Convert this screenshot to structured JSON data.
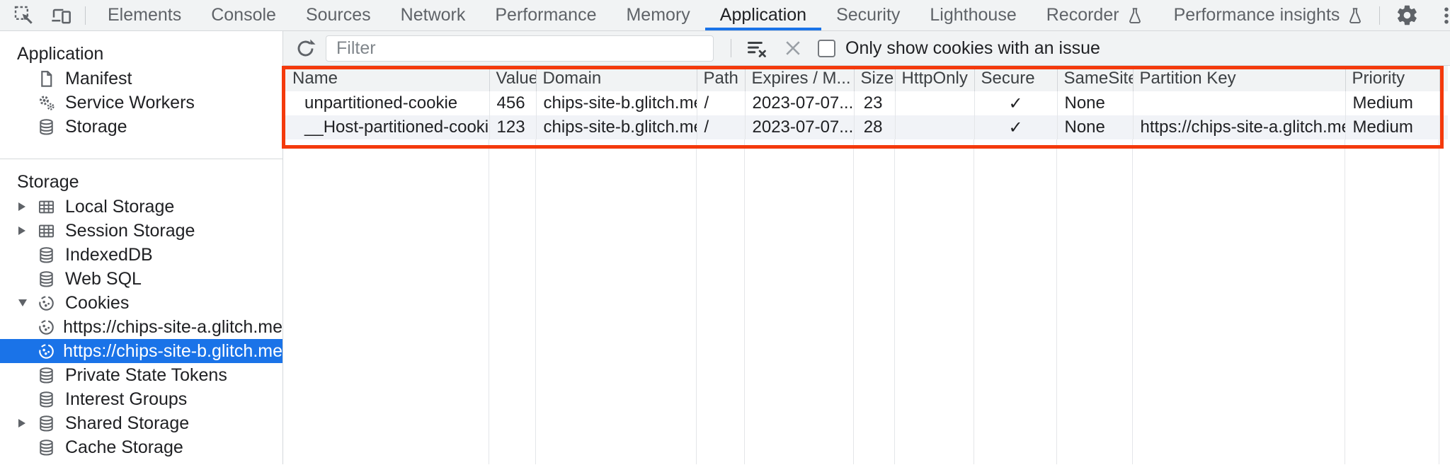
{
  "tabbar": {
    "tabs": [
      {
        "label": "Elements"
      },
      {
        "label": "Console"
      },
      {
        "label": "Sources"
      },
      {
        "label": "Network"
      },
      {
        "label": "Performance"
      },
      {
        "label": "Memory"
      },
      {
        "label": "Application",
        "selected": true
      },
      {
        "label": "Security"
      },
      {
        "label": "Lighthouse"
      },
      {
        "label": "Recorder",
        "flask": true
      },
      {
        "label": "Performance insights",
        "flask": true
      }
    ]
  },
  "sidebar": {
    "sections": [
      {
        "title": "Application",
        "items": [
          {
            "label": "Manifest",
            "icon": "file"
          },
          {
            "label": "Service Workers",
            "icon": "gears"
          },
          {
            "label": "Storage",
            "icon": "database"
          }
        ]
      },
      {
        "title": "Storage",
        "items": [
          {
            "label": "Local Storage",
            "icon": "grid",
            "expander": "collapsed"
          },
          {
            "label": "Session Storage",
            "icon": "grid",
            "expander": "collapsed"
          },
          {
            "label": "IndexedDB",
            "icon": "database"
          },
          {
            "label": "Web SQL",
            "icon": "database"
          },
          {
            "label": "Cookies",
            "icon": "cookie",
            "expander": "expanded"
          },
          {
            "label": "https://chips-site-a.glitch.me",
            "icon": "cookie",
            "child": true
          },
          {
            "label": "https://chips-site-b.glitch.me",
            "icon": "cookie",
            "child": true,
            "selected": true
          },
          {
            "label": "Private State Tokens",
            "icon": "database"
          },
          {
            "label": "Interest Groups",
            "icon": "database"
          },
          {
            "label": "Shared Storage",
            "icon": "database",
            "expander": "collapsed"
          },
          {
            "label": "Cache Storage",
            "icon": "database"
          }
        ]
      }
    ]
  },
  "cookie_panel": {
    "filter_placeholder": "Filter",
    "filter_value": "",
    "checkbox_label": "Only show cookies with an issue",
    "checkbox_checked": false,
    "table": {
      "columns": [
        "Name",
        "Value",
        "Domain",
        "Path",
        "Expires / M...",
        "Size",
        "HttpOnly",
        "Secure",
        "SameSite",
        "Partition Key",
        "Priority"
      ],
      "rows": [
        {
          "name": "unpartitioned-cookie",
          "value": "456",
          "domain": "chips-site-b.glitch.me",
          "path": "/",
          "expires": "2023-07-07...",
          "size": "23",
          "http_only": "",
          "secure": "✓",
          "same_site": "None",
          "partition_key": "",
          "priority": "Medium"
        },
        {
          "name": "__Host-partitioned-cookie",
          "value": "123",
          "domain": "chips-site-b.glitch.me",
          "path": "/",
          "expires": "2023-07-07...",
          "size": "28",
          "http_only": "",
          "secure": "✓",
          "same_site": "None",
          "partition_key": "https://chips-site-a.glitch.me",
          "priority": "Medium"
        }
      ]
    }
  },
  "colors": {
    "accent_blue": "#1a73e8",
    "selected_item_bg": "#1a73e8",
    "annotation_red": "#f43a0c",
    "toolbar_bg": "#f1f3f4",
    "row_stripe": "#f1f3f7"
  }
}
